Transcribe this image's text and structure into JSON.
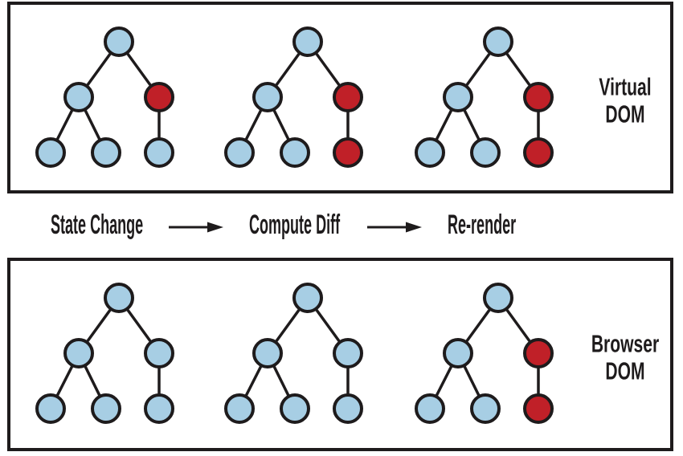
{
  "colors": {
    "blue": "#a7cee4",
    "red": "#c02028",
    "ink": "#1e1b1c",
    "background": "#ffffff"
  },
  "virtual_dom": {
    "label_line1": "Virtual",
    "label_line2": "DOM",
    "trees": [
      {
        "nodes": [
          "blue",
          "blue",
          "red",
          "blue",
          "blue",
          "blue"
        ]
      },
      {
        "nodes": [
          "blue",
          "blue",
          "red",
          "blue",
          "blue",
          "red"
        ]
      },
      {
        "nodes": [
          "blue",
          "blue",
          "red",
          "blue",
          "blue",
          "red"
        ]
      }
    ]
  },
  "process": {
    "steps": [
      "State Change",
      "Compute Diff",
      "Re-render"
    ],
    "arrow_icon": "right-arrow"
  },
  "browser_dom": {
    "label_line1": "Browser",
    "label_line2": "DOM",
    "trees": [
      {
        "nodes": [
          "blue",
          "blue",
          "blue",
          "blue",
          "blue",
          "blue"
        ]
      },
      {
        "nodes": [
          "blue",
          "blue",
          "blue",
          "blue",
          "blue",
          "blue"
        ]
      },
      {
        "nodes": [
          "blue",
          "blue",
          "red",
          "blue",
          "blue",
          "red"
        ]
      }
    ]
  }
}
